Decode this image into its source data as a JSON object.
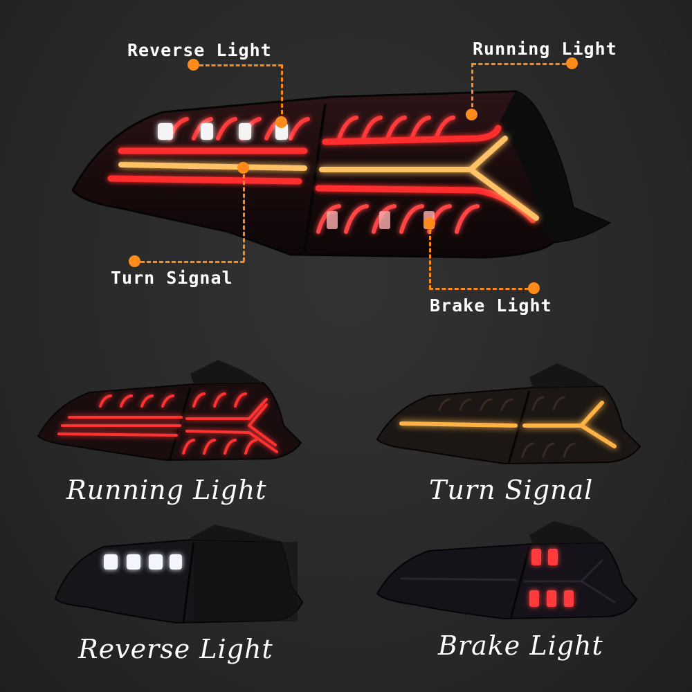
{
  "callouts": {
    "reverse_light": "Reverse Light",
    "running_light": "Running Light",
    "turn_signal": "Turn Signal",
    "brake_light": "Brake Light"
  },
  "captions": {
    "running_light": "Running Light",
    "turn_signal": "Turn Signal",
    "reverse_light": "Reverse Light",
    "brake_light": "Brake Light"
  },
  "colors": {
    "background": "#2a2a2a",
    "accent": "#ff8c1a",
    "red_led": "#ff3b3b",
    "amber_led": "#ffb347",
    "white_led": "#ffffff"
  }
}
